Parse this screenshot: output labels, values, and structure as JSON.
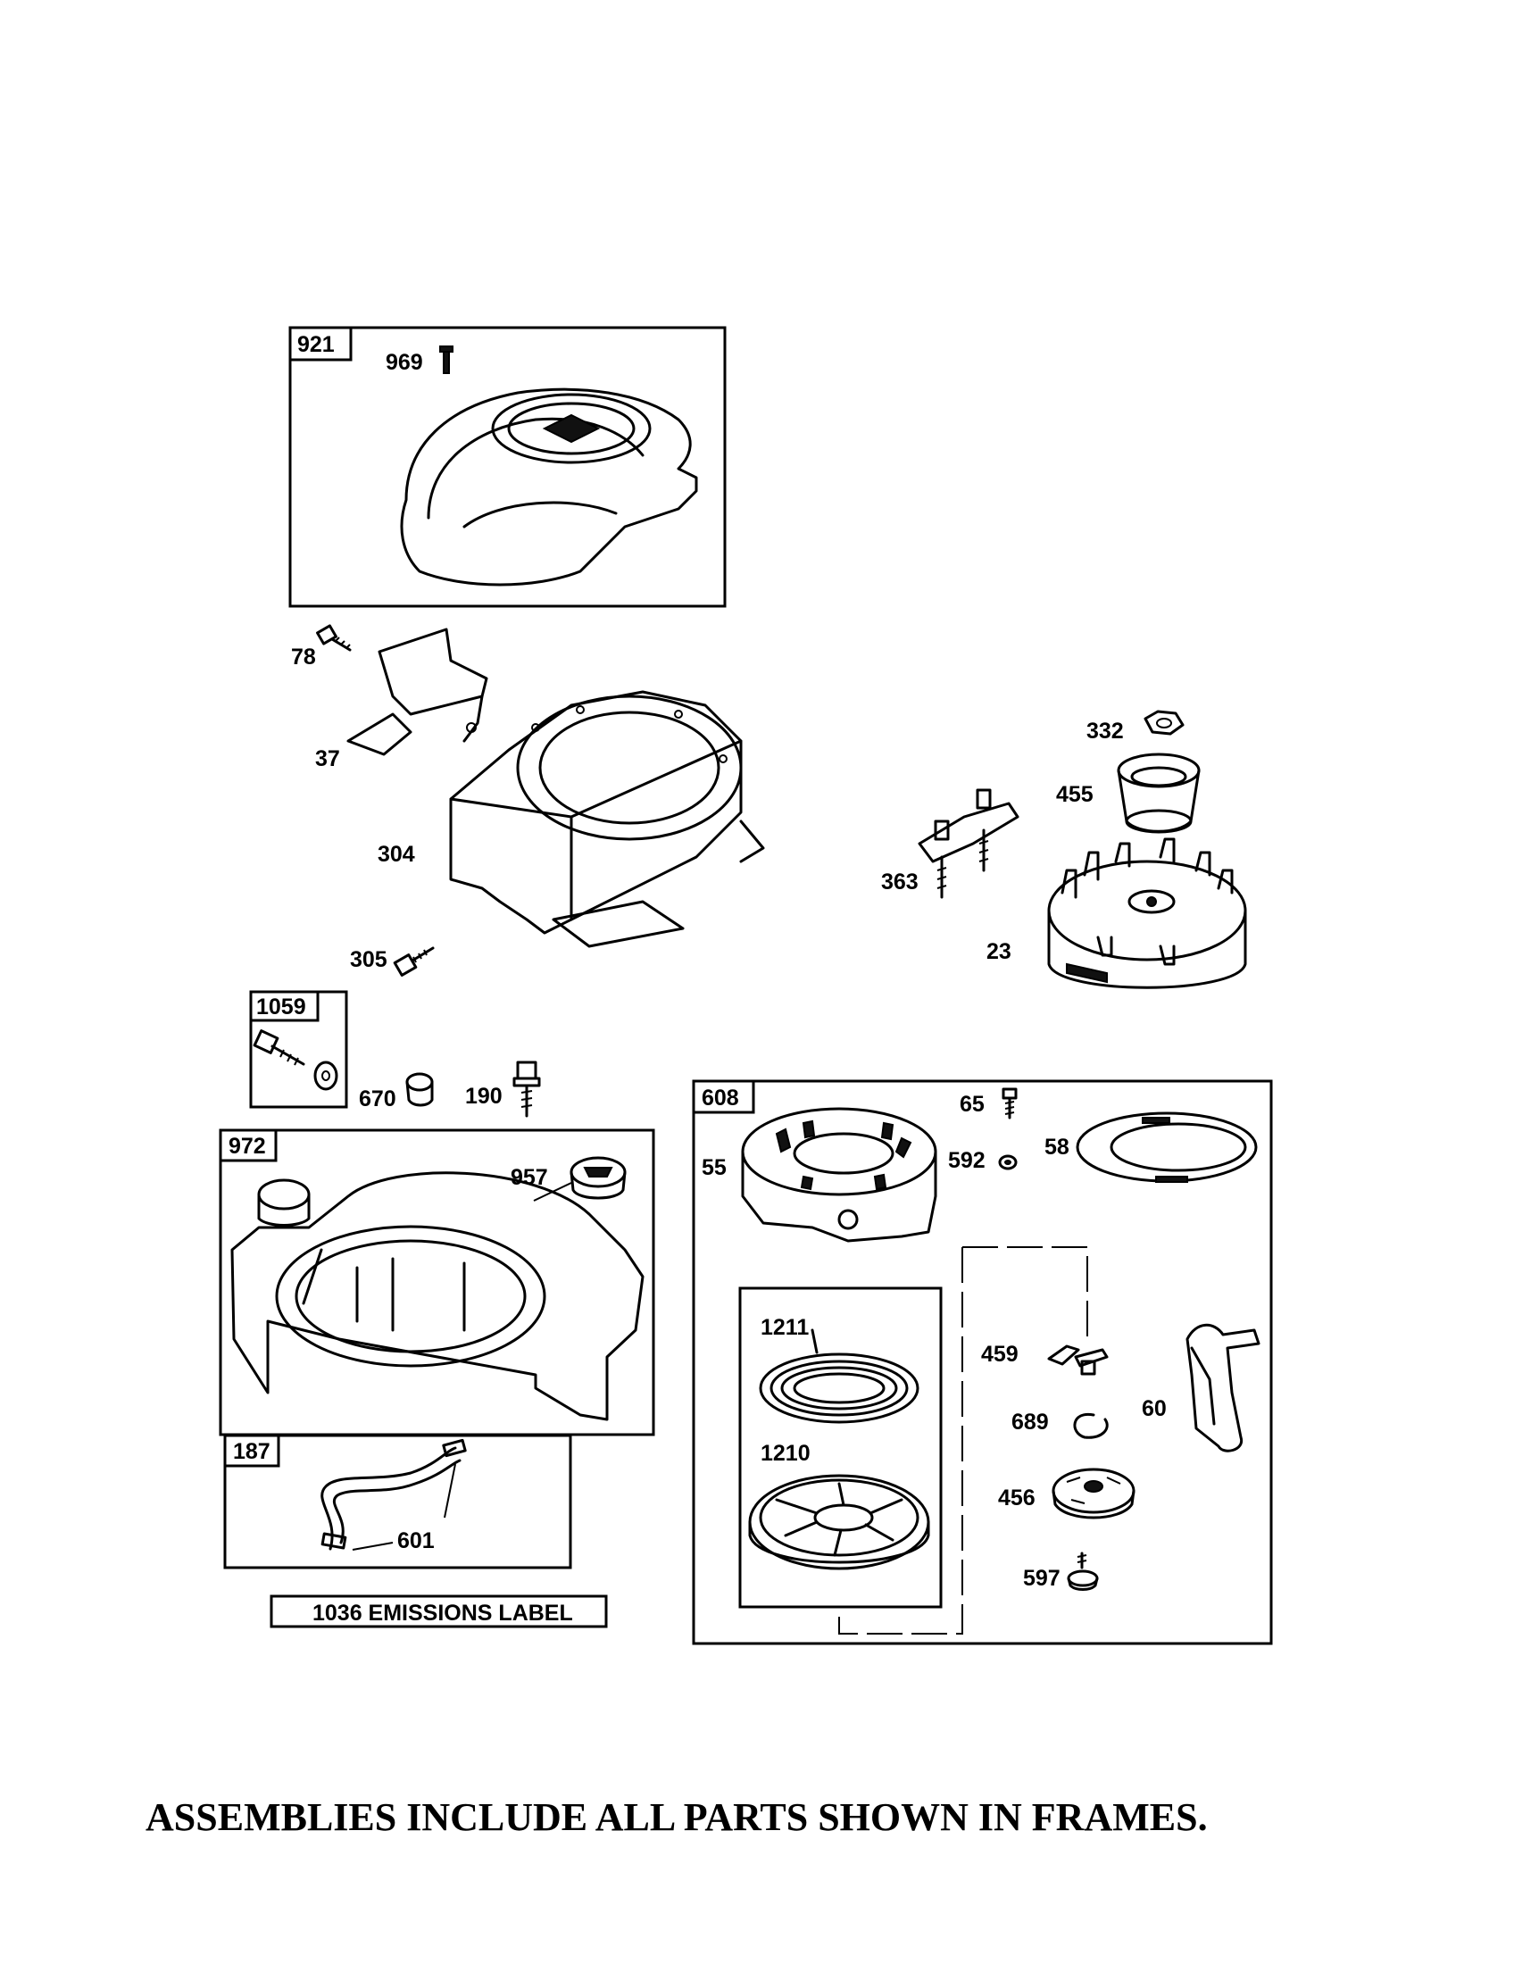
{
  "frames": {
    "f921": "921",
    "f1059": "1059",
    "f972": "972",
    "f187": "187",
    "f608": "608"
  },
  "parts": {
    "p969": "969",
    "p78": "78",
    "p37": "37",
    "p304": "304",
    "p305": "305",
    "p332": "332",
    "p455": "455",
    "p363": "363",
    "p23": "23",
    "p670": "670",
    "p190": "190",
    "p957": "957",
    "p601": "601",
    "p65": "65",
    "p592": "592",
    "p58": "58",
    "p55": "55",
    "p1211": "1211",
    "p1210": "1210",
    "p459": "459",
    "p689": "689",
    "p60": "60",
    "p456": "456",
    "p597": "597"
  },
  "emissions_label": "1036 EMISSIONS LABEL",
  "caption": "ASSEMBLIES INCLUDE ALL PARTS SHOWN IN FRAMES."
}
